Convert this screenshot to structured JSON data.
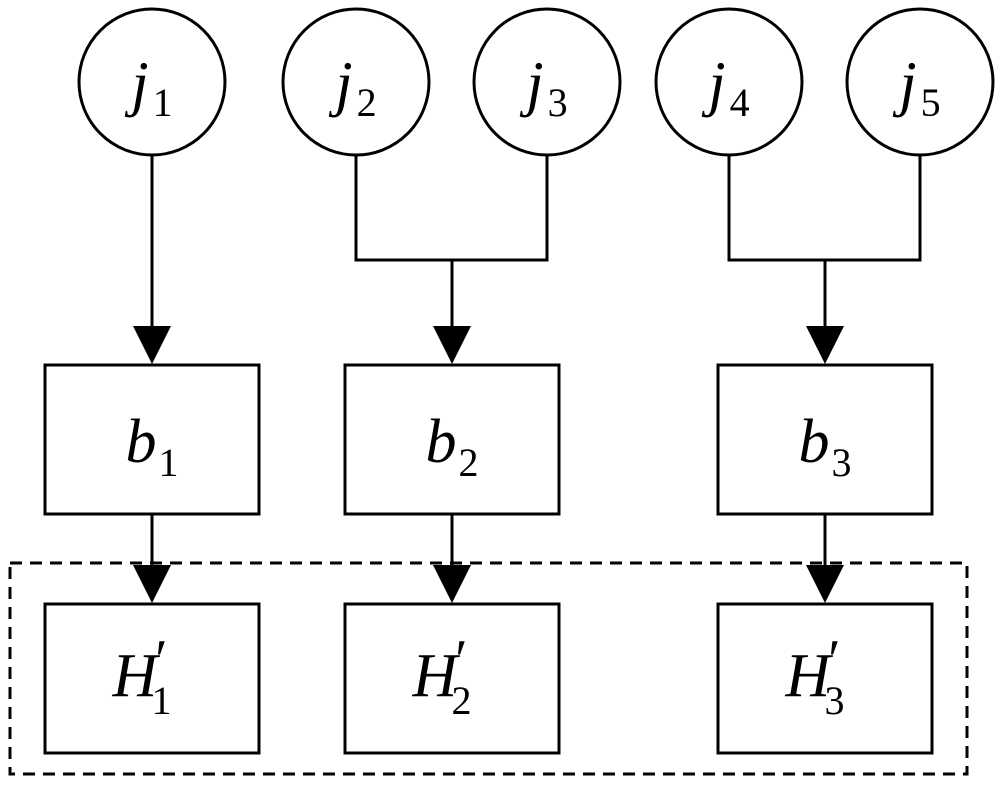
{
  "nodes": [
    {
      "id": "j1",
      "main": "j",
      "sub": "1",
      "prime": ""
    },
    {
      "id": "j2",
      "main": "j",
      "sub": "2",
      "prime": ""
    },
    {
      "id": "j3",
      "main": "j",
      "sub": "3",
      "prime": ""
    },
    {
      "id": "j4",
      "main": "j",
      "sub": "4",
      "prime": ""
    },
    {
      "id": "j5",
      "main": "j",
      "sub": "5",
      "prime": ""
    },
    {
      "id": "b1",
      "main": "b",
      "sub": "1",
      "prime": ""
    },
    {
      "id": "b2",
      "main": "b",
      "sub": "2",
      "prime": ""
    },
    {
      "id": "b3",
      "main": "b",
      "sub": "3",
      "prime": ""
    },
    {
      "id": "H1",
      "main": "H",
      "sub": "1",
      "prime": "′"
    },
    {
      "id": "H2",
      "main": "H",
      "sub": "2",
      "prime": "′"
    },
    {
      "id": "H3",
      "main": "H",
      "sub": "3",
      "prime": "′"
    }
  ],
  "edges": [
    {
      "from": [
        "j1"
      ],
      "to": "b1"
    },
    {
      "from": [
        "j2",
        "j3"
      ],
      "to": "b2"
    },
    {
      "from": [
        "j4",
        "j5"
      ],
      "to": "b3"
    },
    {
      "from": [
        "b1"
      ],
      "to": "H1"
    },
    {
      "from": [
        "b2"
      ],
      "to": "H2"
    },
    {
      "from": [
        "b3"
      ],
      "to": "H3"
    }
  ],
  "groups": [
    {
      "id": "H-group",
      "members": [
        "H1",
        "H2",
        "H3"
      ],
      "style": "dashed"
    }
  ]
}
